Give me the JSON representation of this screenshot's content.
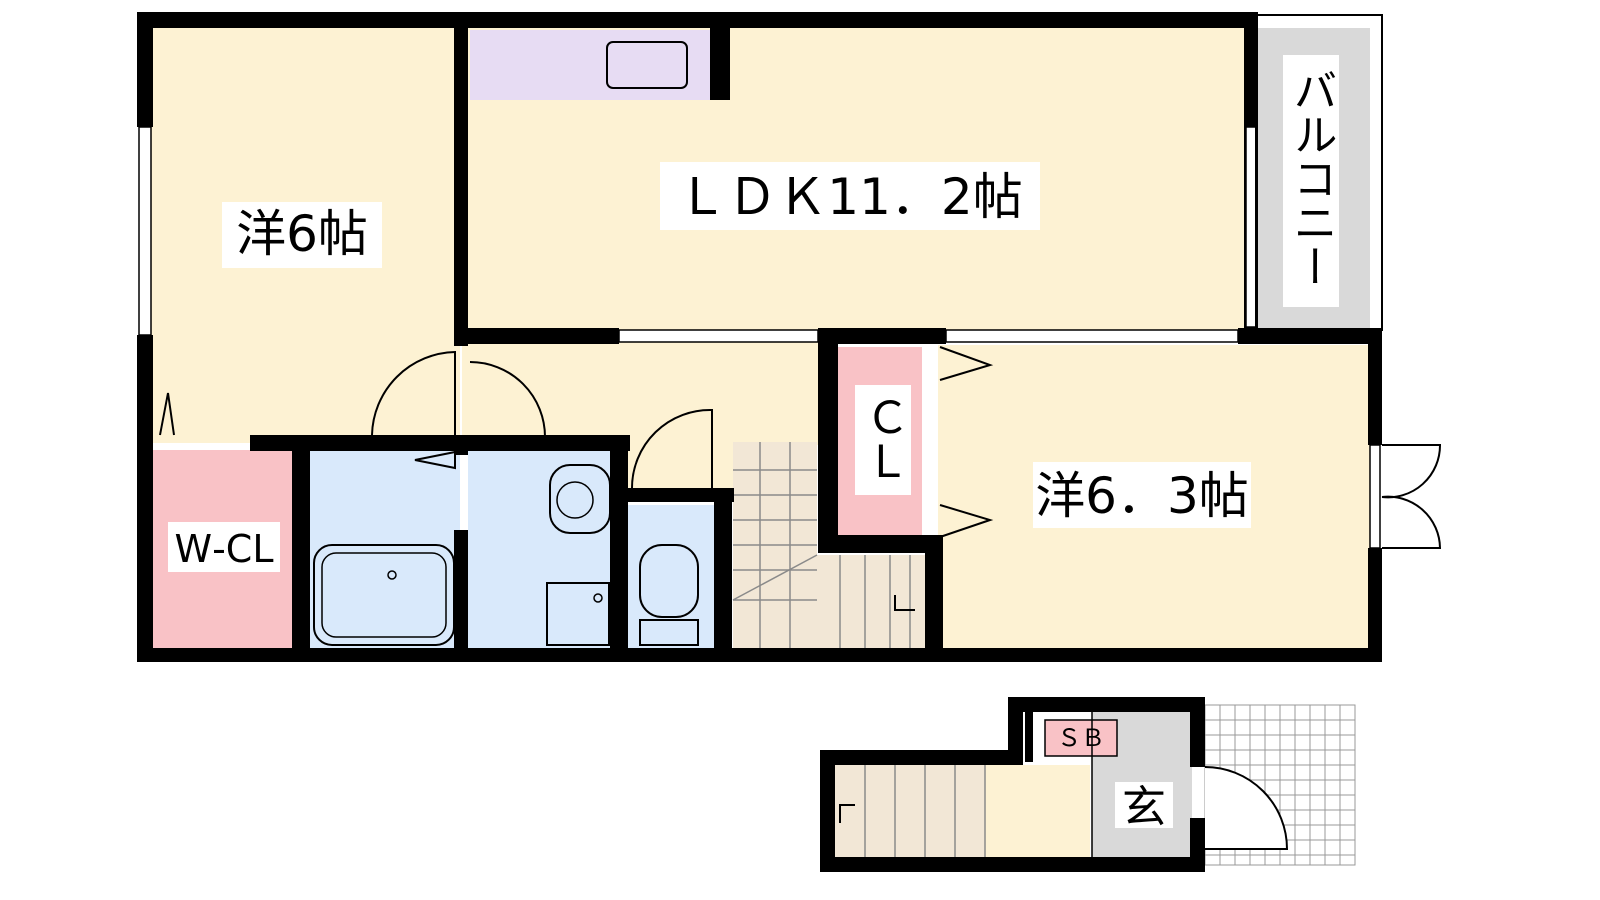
{
  "colors": {
    "wall": "#000000",
    "room_floor": "#fdf2d3",
    "wet_area": "#d9e9fb",
    "closet": "#f9c2c6",
    "kitchen_counter": "#e7dcf3",
    "balcony": "#d9d9d9",
    "entrance": "#d9d9d9",
    "stairs": "#f2e7d6"
  },
  "rooms": {
    "western_a": "洋6帖",
    "ldk": "ＬＤＫ11．2帖",
    "balcony": "バルコニー",
    "closet_cl": "ＣＬ",
    "western_b": "洋6．3帖",
    "walk_in_closet": "W‐CL",
    "shoe_box": "ＳＢ",
    "entrance": "玄"
  }
}
